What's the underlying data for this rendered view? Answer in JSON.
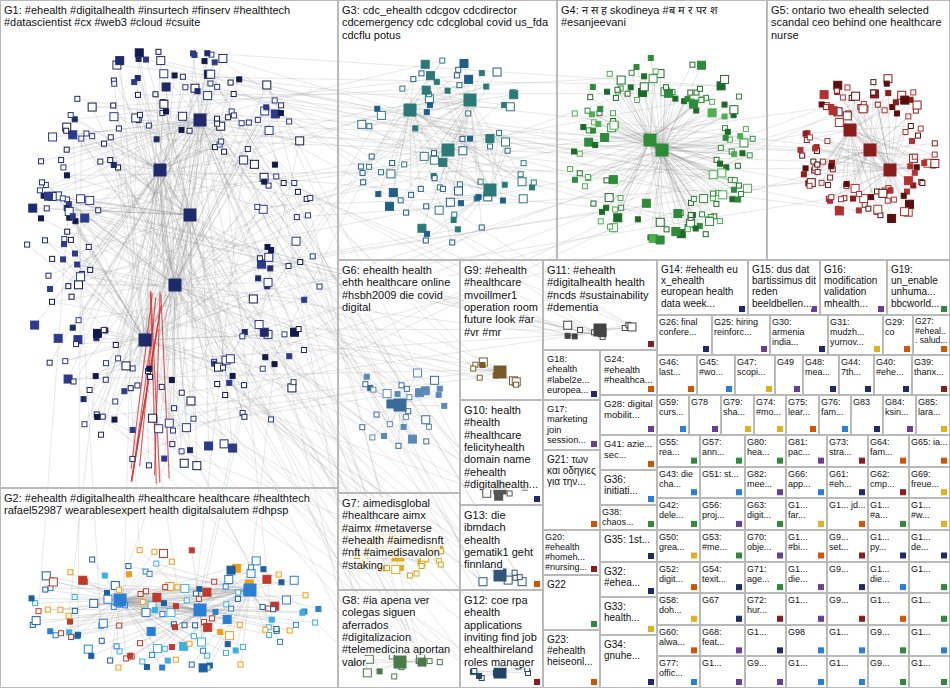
{
  "diagram": {
    "nodes": [
      {
        "text": [
          "G1: #ehealth #digitalhealth #insurtech #finserv #healthtech #datascientist #cx #web3 #cloud #csuite"
        ]
      },
      {
        "text": [
          "G3: cdc_ehealth cdcgov cdcdirector cdcemergency cdc cdcglobal covid us_fda cdcflu potus"
        ]
      },
      {
        "text": [
          "G4: न स ह skodineya #ब म र पर श #esanjeevani"
        ]
      },
      {
        "text": [
          "G5: ontario two ehealth selected scandal ceo behind one healthcare nurse"
        ]
      },
      {
        "text": [
          "G6: ehealth health ehth healthcare online #hsbh2009 die covid digital"
        ]
      },
      {
        "text": [
          "G9: #ehealth #healthcare mvoillmer1 operation room future look #ar #vr #mr"
        ]
      },
      {
        "text": [
          "G11: #ehealth #digitalhealth health #ncds #sustainability #dementia"
        ]
      },
      {
        "text": [
          "G14: #ehealth eu x_ehealth european health data week..."
        ]
      },
      {
        "text": [
          "G15: dus dat bartissimus dit reden beeldbellen..."
        ]
      },
      {
        "text": [
          "G16: modification validation mhealth..."
        ]
      },
      {
        "text": [
          "G19: un_enable unhuma... bbcworld..."
        ]
      },
      {
        "text": [
          "G26: final confere..."
        ]
      },
      {
        "text": [
          "G25: hiring reinforc..."
        ]
      },
      {
        "text": [
          "G30: armenia india..."
        ]
      },
      {
        "text": [
          "G31: mudzh... yurnov..."
        ]
      },
      {
        "text": [
          "G29: co"
        ]
      },
      {
        "text": [
          "G27: #eheal... salud..."
        ]
      },
      {
        "text": [
          "G46: last..."
        ]
      },
      {
        "text": [
          "G45: #wo..."
        ]
      },
      {
        "text": [
          "G47: scopi..."
        ]
      },
      {
        "text": [
          "G49"
        ]
      },
      {
        "text": [
          "G48: mea..."
        ]
      },
      {
        "text": [
          "G44: 7th..."
        ]
      },
      {
        "text": [
          "G40: #ehe..."
        ]
      },
      {
        "text": [
          "G39: thanx..."
        ]
      },
      {
        "text": [
          "G18: ehealth #label2e... europea..."
        ]
      },
      {
        "text": [
          "G24: #ehealth #healthca..."
        ]
      },
      {
        "text": [
          "G10: health #health #healthcare felicityhealth domain name #ehealth #digitalhealth..."
        ]
      },
      {
        "text": [
          "G17: marketing join session..."
        ]
      },
      {
        "text": [
          "G28: digital mobilit..."
        ]
      },
      {
        "text": [
          "G59: curs..."
        ]
      },
      {
        "text": [
          "G78"
        ]
      },
      {
        "text": [
          "G79: sha..."
        ]
      },
      {
        "text": [
          "G74: #mo..."
        ]
      },
      {
        "text": [
          "G75: lear..."
        ]
      },
      {
        "text": [
          "G76: fam..."
        ]
      },
      {
        "text": [
          "G83"
        ]
      },
      {
        "text": [
          "G84: ksin..."
        ]
      },
      {
        "text": [
          "G85: lara..."
        ]
      },
      {
        "text": [
          "G41: azie... sec..."
        ]
      },
      {
        "text": [
          "G21: των και οδηγιες για την..."
        ]
      },
      {
        "text": [
          "G20: #ehealth #homeh... #nursing..."
        ]
      },
      {
        "text": [
          "G36: initiati..."
        ]
      },
      {
        "text": [
          "G55: rea..."
        ]
      },
      {
        "text": [
          "G57: ann..."
        ]
      },
      {
        "text": [
          "G80: hea..."
        ]
      },
      {
        "text": [
          "G81: pac..."
        ]
      },
      {
        "text": [
          "G73: stra..."
        ]
      },
      {
        "text": [
          "G64: fam..."
        ]
      },
      {
        "text": [
          "G65: ia..."
        ]
      },
      {
        "text": [
          "G43: die cha..."
        ]
      },
      {
        "text": [
          "G51: st..."
        ]
      },
      {
        "text": [
          "G82: mee..."
        ]
      },
      {
        "text": [
          "G66: app..."
        ]
      },
      {
        "text": [
          "G61: #eh..."
        ]
      },
      {
        "text": [
          "G62: cmp..."
        ]
      },
      {
        "text": [
          "G69: freue..."
        ]
      },
      {
        "text": [
          "G42: dele..."
        ]
      },
      {
        "text": [
          "G56: proj..."
        ]
      },
      {
        "text": [
          "G63: digit..."
        ]
      },
      {
        "text": [
          "G1... far..."
        ]
      },
      {
        "text": [
          "G1... jd..."
        ]
      },
      {
        "text": [
          "G1... #a..."
        ]
      },
      {
        "text": [
          "G1... #w..."
        ]
      },
      {
        "text": [
          "G50: grea..."
        ]
      },
      {
        "text": [
          "G53: #me..."
        ]
      },
      {
        "text": [
          "G70: obje..."
        ]
      },
      {
        "text": [
          "G1... #bi..."
        ]
      },
      {
        "text": [
          "G9... set..."
        ]
      },
      {
        "text": [
          "G1... py..."
        ]
      },
      {
        "text": [
          "G1... de..."
        ]
      },
      {
        "text": [
          "G52: digit..."
        ]
      },
      {
        "text": [
          "G54: texit..."
        ]
      },
      {
        "text": [
          "G71: age..."
        ]
      },
      {
        "text": [
          "G1... die..."
        ]
      },
      {
        "text": [
          "G9..."
        ]
      },
      {
        "text": [
          "G1... die..."
        ]
      },
      {
        "text": [
          "G1..."
        ]
      },
      {
        "text": [
          "G58: doh..."
        ]
      },
      {
        "text": [
          "G67"
        ]
      },
      {
        "text": [
          "G72: hur..."
        ]
      },
      {
        "text": [
          "G1..."
        ]
      },
      {
        "text": [
          "G9..."
        ]
      },
      {
        "text": [
          "G1..."
        ]
      },
      {
        "text": [
          "G1..."
        ]
      },
      {
        "text": [
          "G60: alwa..."
        ]
      },
      {
        "text": [
          "G68: feat..."
        ]
      },
      {
        "text": [
          "G1..."
        ]
      },
      {
        "text": [
          "G98"
        ]
      },
      {
        "text": [
          "G1..."
        ]
      },
      {
        "text": [
          "G9..."
        ]
      },
      {
        "text": [
          "G1..."
        ]
      },
      {
        "text": [
          "G77: offic..."
        ]
      },
      {
        "text": [
          "G1..."
        ]
      },
      {
        "text": [
          "G9..."
        ]
      },
      {
        "text": [
          "G1..."
        ]
      },
      {
        "text": [
          "G1..."
        ]
      },
      {
        "text": [
          "G9..."
        ]
      },
      {
        "text": [
          "G1..."
        ]
      },
      {
        "text": [
          "G7: aimedisglobal #healthcare aimx #aimx #metaverse #ehealth #aimedisnft #nft #aimedisavalon #staking"
        ]
      },
      {
        "text": [
          "G13: die ibmdach ehealth gematik1 geht finnland"
        ]
      },
      {
        "text": [
          "G38: chaos..."
        ]
      },
      {
        "text": [
          "G35: 1st..."
        ]
      },
      {
        "text": [
          "G32: #ehea..."
        ]
      },
      {
        "text": [
          "G22"
        ]
      },
      {
        "text": [
          "G33: health..."
        ]
      },
      {
        "text": [
          "G8: #ia apena ver colegas siguen aferrados #digitalizacion #telemedicina aportan valor"
        ]
      },
      {
        "text": [
          "G12: coe rpa ehealth applications inviting find job ehealthireland roles manager"
        ]
      },
      {
        "text": [
          "G23: #ehealth heiseonl..."
        ]
      },
      {
        "text": [
          "G34: gnuhe..."
        ]
      },
      {
        "text": [
          "G2: #ehealth #digitalhealth #healthcare healthcare #healthtech rafael52987 wearablesexpert health digitalsalutem #dhpsp"
        ]
      }
    ]
  }
}
